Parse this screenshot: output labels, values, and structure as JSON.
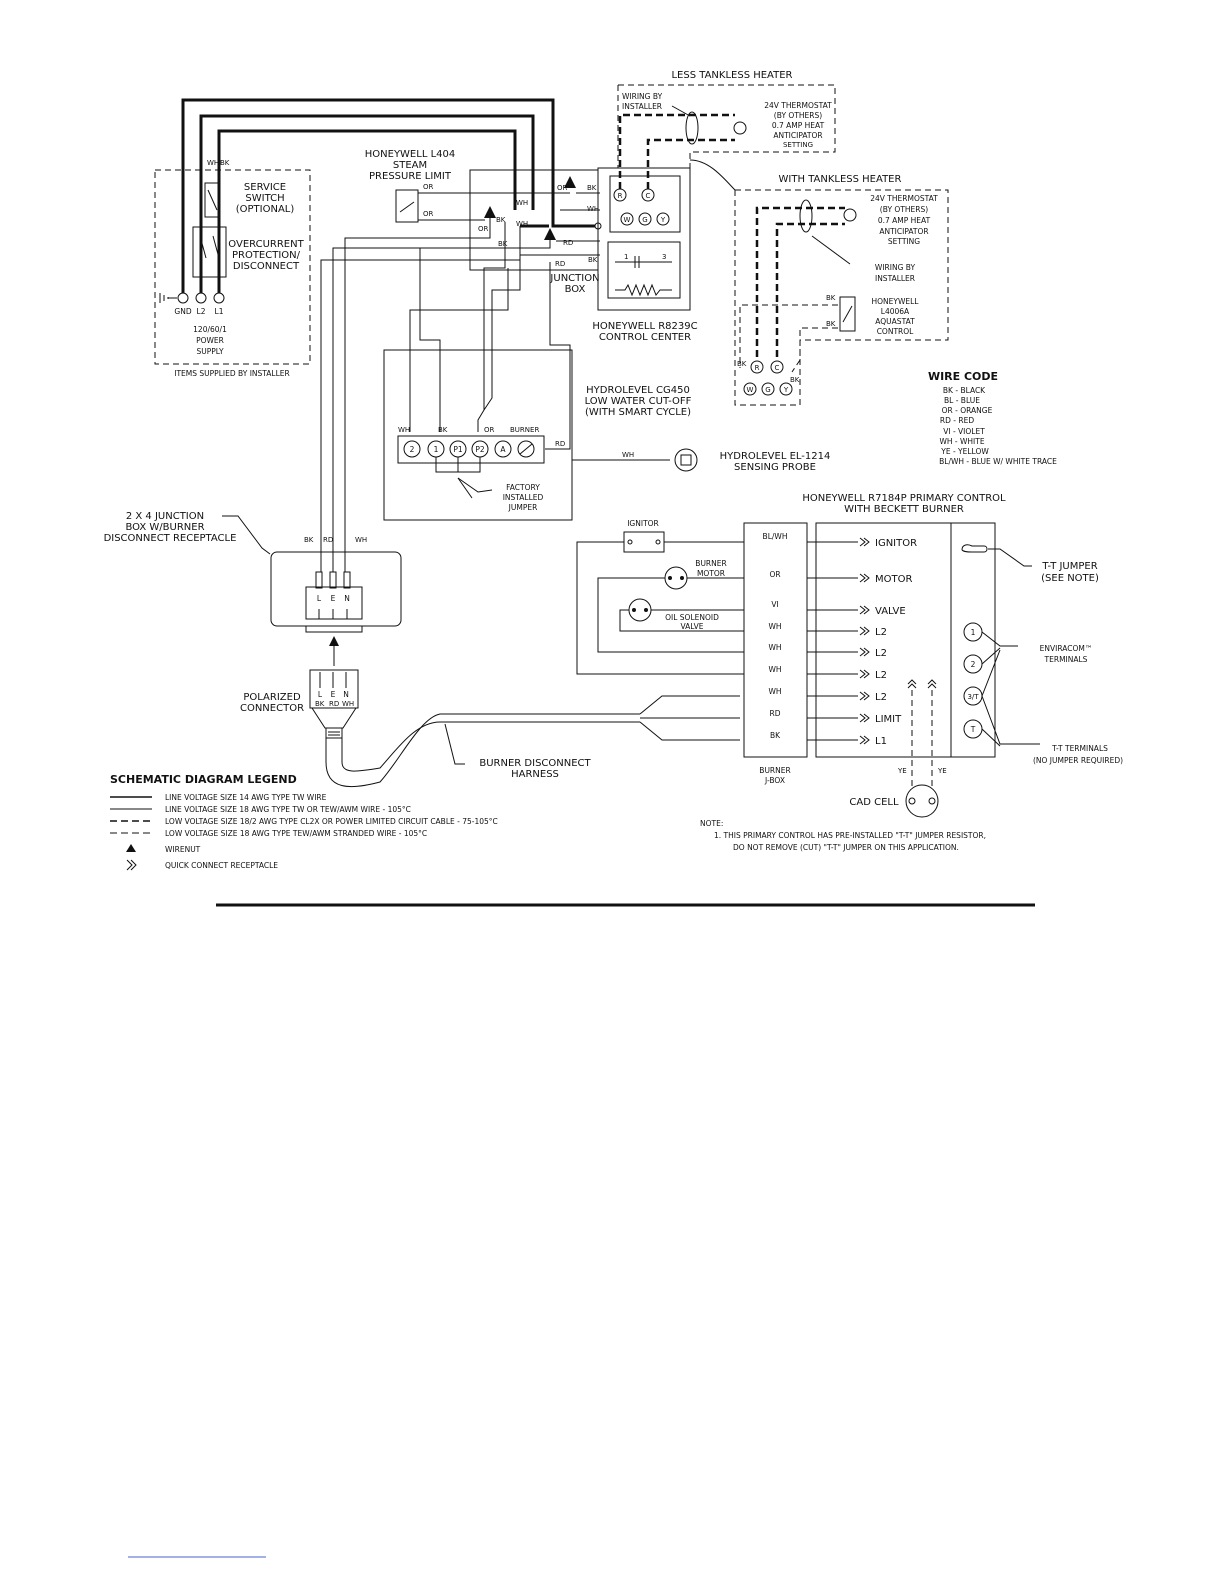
{
  "installer_box": {
    "title": "ITEMS SUPPLIED BY INSTALLER",
    "service_switch": [
      "SERVICE",
      "SWITCH",
      "(OPTIONAL)"
    ],
    "overcurrent": [
      "OVERCURRENT",
      "PROTECTION/",
      "DISCONNECT"
    ],
    "supply": [
      "120/60/1",
      "POWER",
      "SUPPLY"
    ],
    "terminals": [
      "GND",
      "L2",
      "L1"
    ],
    "wire_top": [
      "WH",
      "BK"
    ]
  },
  "steam_limit": {
    "lines": [
      "HONEYWELL L404",
      "STEAM",
      "PRESSURE LIMIT"
    ],
    "wires": [
      "OR",
      "OR"
    ]
  },
  "junction_box": {
    "lines": [
      "JUNCTION",
      "BOX"
    ]
  },
  "control_center": {
    "lines": [
      "HONEYWELL R8239C",
      "CONTROL CENTER"
    ],
    "terms": [
      "R",
      "C",
      "W",
      "G",
      "Y"
    ],
    "relay": [
      "1",
      "3"
    ]
  },
  "less_tankless": {
    "title": "LESS TANKLESS HEATER",
    "wiring": [
      "WIRING BY",
      "INSTALLER"
    ],
    "thermostat": [
      "24V THERMOSTAT",
      "(BY OTHERS)",
      "0.7 AMP HEAT",
      "ANTICIPATOR",
      "SETTING"
    ]
  },
  "with_tankless": {
    "title": "WITH TANKLESS HEATER",
    "thermostat": [
      "24V THERMOSTAT",
      "(BY OTHERS)",
      "0.7 AMP HEAT",
      "ANTICIPATOR",
      "SETTING"
    ],
    "wiring": [
      "WIRING BY",
      "INSTALLER"
    ],
    "aquastat": [
      "HONEYWELL",
      "L4006A",
      "AQUASTAT",
      "CONTROL"
    ],
    "terms": [
      "R",
      "C",
      "W",
      "G",
      "Y"
    ]
  },
  "wire_code": {
    "title": "WIRE CODE",
    "entries": [
      "BK - BLACK",
      "BL - BLUE",
      "OR - ORANGE",
      "RD - RED",
      "VI - VIOLET",
      "WH - WHITE",
      "YE - YELLOW",
      "BL/WH - BLUE W/ WHITE TRACE"
    ]
  },
  "lwco": {
    "lines": [
      "HYDROLEVEL CG450",
      "LOW WATER CUT-OFF",
      "(WITH SMART CYCLE)"
    ],
    "terminals": [
      "2",
      "1",
      "P1",
      "P2",
      "A"
    ],
    "wire_labels": [
      "WH",
      "BK",
      "OR",
      "BURNER",
      "RD"
    ],
    "jumper": [
      "FACTORY",
      "INSTALLED",
      "JUMPER"
    ]
  },
  "probe": {
    "lines": [
      "HYDROLEVEL EL-1214",
      "SENSING PROBE"
    ],
    "wire": "WH"
  },
  "jbox_2x4": {
    "lines": [
      "2 X 4 JUNCTION",
      "BOX W/BURNER",
      "DISCONNECT RECEPTACLE"
    ],
    "wires": [
      "BK",
      "RD",
      "WH"
    ],
    "pins": [
      "L",
      "E",
      "N"
    ]
  },
  "polarized": {
    "lines": [
      "POLARIZED",
      "CONNECTOR"
    ],
    "pins": [
      "L",
      "E",
      "N"
    ],
    "wires": [
      "BK",
      "RD",
      "WH"
    ]
  },
  "harness": {
    "lines": [
      "BURNER DISCONNECT",
      "HARNESS"
    ]
  },
  "primary_control": {
    "title": [
      "HONEYWELL R7184P PRIMARY CONTROL",
      "WITH BECKETT BURNER"
    ],
    "ignitor": "IGNITOR",
    "motor": [
      "BURNER",
      "MOTOR"
    ],
    "valve": [
      "OIL SOLENOID",
      "VALVE"
    ],
    "jbox_wires": [
      "BL/WH",
      "OR",
      "VI",
      "WH",
      "WH",
      "WH",
      "WH",
      "RD",
      "BK"
    ],
    "jbox_label": [
      "BURNER",
      "J-BOX"
    ],
    "inputs": [
      "IGNITOR",
      "MOTOR",
      "VALVE",
      "L2",
      "L2",
      "L2",
      "L2",
      "LIMIT",
      "L1"
    ],
    "tt_jumper": [
      "T-T JUMPER",
      "(SEE NOTE)"
    ],
    "enviracom": [
      "ENVIRACOM™",
      "TERMINALS"
    ],
    "env_terms": [
      "1",
      "2",
      "3/T",
      "T"
    ],
    "tt_terminals": [
      "T-T TERMINALS",
      "(NO JUMPER REQUIRED)"
    ],
    "cad": [
      "YE",
      "YE",
      "CAD CELL"
    ]
  },
  "legend": {
    "title": "SCHEMATIC DIAGRAM LEGEND",
    "items": [
      "LINE VOLTAGE SIZE 14 AWG TYPE TW WIRE",
      "LINE VOLTAGE SIZE 18 AWG TYPE TW OR TEW/AWM WIRE - 105°C",
      "LOW VOLTAGE SIZE 18/2 AWG TYPE CL2X OR POWER LIMITED CIRCUIT CABLE - 75-105°C",
      "LOW VOLTAGE SIZE 18 AWG TYPE TEW/AWM STRANDED WIRE - 105°C",
      "WIRENUT",
      "QUICK CONNECT RECEPTACLE"
    ]
  },
  "note": {
    "title": "NOTE:",
    "lines": [
      "1. THIS PRIMARY CONTROL HAS PRE-INSTALLED \"T-T\" JUMPER RESISTOR,",
      "DO NOT REMOVE (CUT) \"T-T\" JUMPER ON THIS APPLICATION."
    ]
  }
}
